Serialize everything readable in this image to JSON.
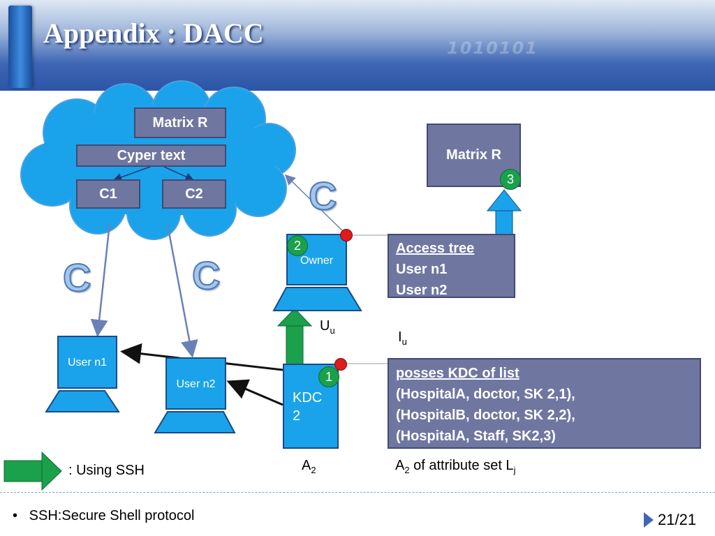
{
  "slide": {
    "title": "Appendix : DACC",
    "background_digits": "1010101"
  },
  "cloud": {
    "matrix_label": "Matrix R",
    "cypher_label": "Cyper text",
    "c1_label": "C1",
    "c2_label": "C2"
  },
  "matrix_right": {
    "label": "Matrix R",
    "step": "3"
  },
  "owner": {
    "label": "Owner",
    "step": "2"
  },
  "kdc": {
    "label": "KDC 2",
    "step": "1"
  },
  "users": {
    "n1": "User n1",
    "n2": "User n2"
  },
  "access_tree": {
    "heading": "Access tree",
    "line1": "User n1",
    "line2": "User n2"
  },
  "kdc_list": {
    "heading": "posses KDC of list",
    "line1": "(HospitalA, doctor, SK 2,1),",
    "line2": "(HospitalB, doctor, SK 2,2),",
    "line3": "(HospitalA, Staff, SK2,3)"
  },
  "labels": {
    "uu": "U",
    "uu_sub": "u",
    "iu": "I",
    "iu_sub": "u",
    "a2": "A",
    "a2_sub": "2",
    "a2_attr": "A",
    "a2_attr_sub": "2",
    "attr_text": " of attribute set L",
    "attr_sub": "j",
    "c_letter": "C"
  },
  "legend": {
    "text": ": Using SSH"
  },
  "footer": {
    "bullet": "SSH:Secure Shell protocol",
    "page": "21/21"
  },
  "colors": {
    "box_dark": "#6f77a1",
    "box_blue": "#1aa3ea",
    "arrow_green": "#1ba04b",
    "cloud": "#1aa3ea"
  }
}
